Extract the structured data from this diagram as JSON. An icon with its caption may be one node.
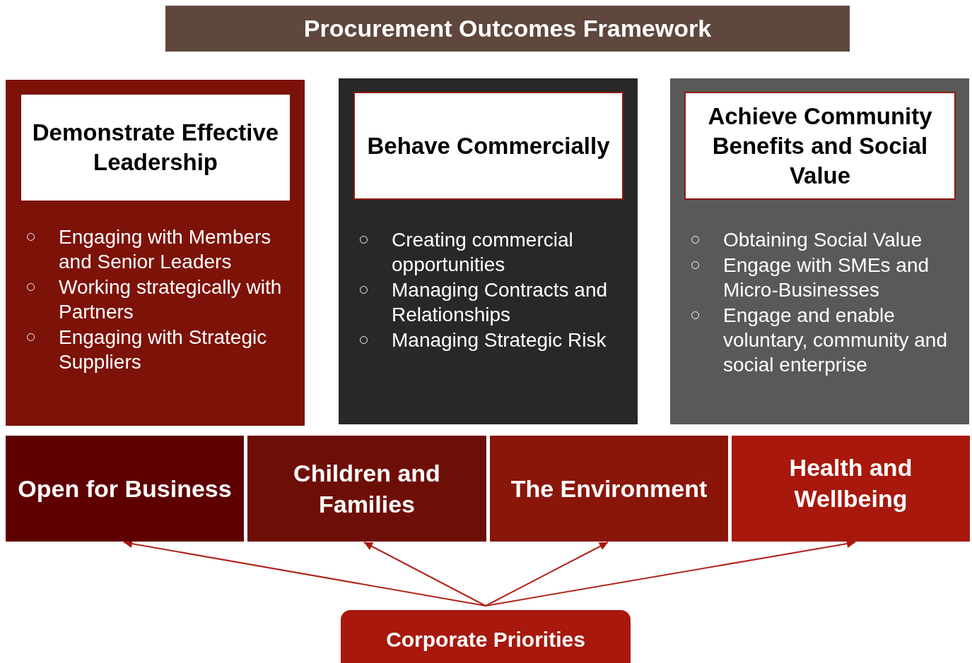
{
  "diagram": {
    "nodes": [
      {
        "text": [
          "Procurement Outcomes Framework"
        ]
      },
      {
        "text": [
          "Engaging with Members and Senior Leaders",
          "Working strategically with Partners",
          "Engaging with Strategic Suppliers"
        ]
      },
      {
        "text": [
          "Demonstrate Effective Leadership"
        ],
        "in": 1
      },
      {
        "text": [
          "Creating commercial opportunities",
          "Managing Contracts and Relationships",
          "Managing Strategic Risk"
        ]
      },
      {
        "text": [
          "Behave Commercially"
        ],
        "in": 3
      },
      {
        "text": [
          "Obtaining Social Value",
          "Engage with SMEs and Micro-Businesses",
          "Engage and enable voluntary, community and social enterprise"
        ]
      },
      {
        "text": [
          "Achieve Community Benefits and Social Value"
        ],
        "in": 5
      },
      {
        "text": [
          "Open for Business"
        ]
      },
      {
        "text": [
          "Children and Families"
        ]
      },
      {
        "text": [
          "The Environment"
        ]
      },
      {
        "text": [
          "Health and Wellbeing"
        ]
      },
      {
        "text": [
          "Corporate Priorities"
        ]
      }
    ],
    "edges": [
      {
        "from": 11,
        "to": 7,
        "arrow": "to"
      },
      {
        "from": 11,
        "to": 8,
        "arrow": "to"
      },
      {
        "from": 11,
        "to": 9,
        "arrow": "to"
      },
      {
        "from": 11,
        "to": 10,
        "arrow": "to"
      }
    ]
  }
}
